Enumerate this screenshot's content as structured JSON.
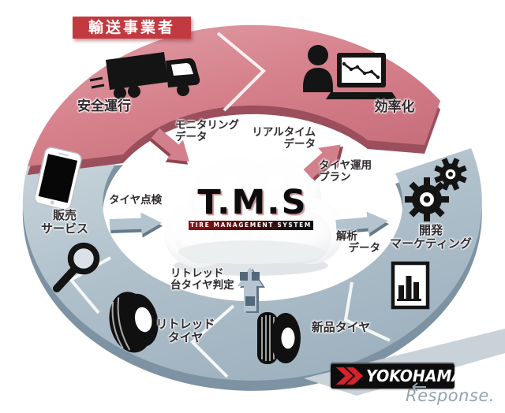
{
  "diagram": {
    "header": {
      "label": "輸送事業者"
    },
    "cloud": {
      "title": "T.M.S",
      "subtitle": "TIRE MANAGEMENT SYSTEM"
    },
    "segments": {
      "safe_operation": {
        "label": "安全運行"
      },
      "efficiency": {
        "label": "効率化"
      },
      "sales_service": {
        "line1": "販売",
        "line2": "サービス"
      },
      "dev_marketing": {
        "line1": "開発",
        "line2": "マーケティング"
      },
      "retread_tire": {
        "line1": "リトレッド",
        "line2": "タイヤ"
      },
      "new_tire": {
        "label": "新品タイヤ"
      }
    },
    "flows": {
      "monitoring": {
        "line1": "モニタリング",
        "line2": "データ"
      },
      "realtime": {
        "line1": "リアルタイム",
        "line2": "データ"
      },
      "tire_plan": {
        "line1": "タイヤ運用",
        "line2": "プラン"
      },
      "tire_inspection": {
        "label": "タイヤ点検"
      },
      "analysis": {
        "line1": "解析",
        "line2": "データ"
      },
      "retread_judge": {
        "line1": "リトレッド",
        "line2": "台タイヤ判定"
      }
    },
    "colors": {
      "header_red": "#c23a40",
      "ring_red": "#d5808b",
      "ring_red_dark": "#9b4f5c",
      "ring_blue": "#b3c2cd",
      "ring_blue_dark": "#7d92a2",
      "arrow_pink": "#d2818c",
      "arrow_blue": "#b4c4cf"
    }
  },
  "branding": {
    "yokohama": "YOKOHAMA",
    "watermark": "Response."
  }
}
